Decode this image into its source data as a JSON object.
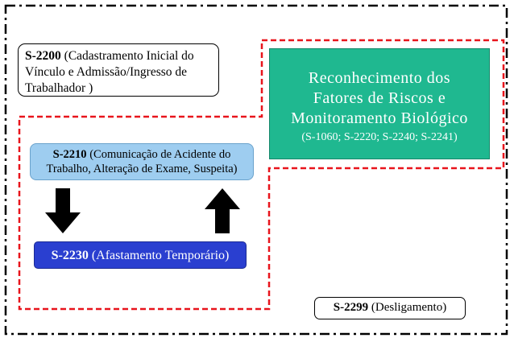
{
  "s2200": {
    "code": "S-2200",
    "text": " (Cadastramento Inicial do Vínculo e Admissão/Ingresso de Trabalhador )"
  },
  "reconhecimento": {
    "line1": "Reconhecimento dos",
    "line2": "Fatores de Riscos e",
    "line3": "Monitoramento Biológico",
    "codes": "(S-1060; S-2220; S-2240; S-2241)"
  },
  "s2210": {
    "code": "S-2210",
    "text": " (Comunicação de Acidente do Trabalho, Alteração de Exame, Suspeita)"
  },
  "s2230": {
    "code": "S-2230",
    "text": " (Afastamento Temporário)"
  },
  "s2299": {
    "code": "S-2299",
    "text": " (Desligamento)"
  },
  "colors": {
    "reconhecimento_fill": "#1fb890",
    "s2210_fill": "#9ecdf0",
    "s2230_fill": "#2a3fd0",
    "dashed_region": "#e8141c"
  },
  "icons": {
    "arrow_down": "arrow-down-icon",
    "arrow_up": "arrow-up-icon"
  }
}
